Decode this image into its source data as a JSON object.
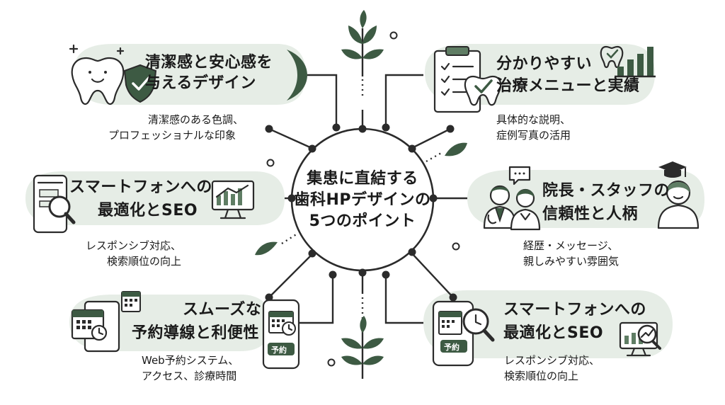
{
  "center": {
    "line1": "集患に直結する",
    "line2": "歯科HPデザインの",
    "line3": "5つのポイント"
  },
  "points": [
    {
      "title1": "清潔感と安心感を",
      "title2": "与えるデザイン",
      "desc1": "清潔感のある色調、",
      "desc2": "プロフェッショナルな印象"
    },
    {
      "title1": "分かりやすい",
      "title2": "治療メニューと実績",
      "desc1": "具体的な説明、",
      "desc2": "症例写真の活用"
    },
    {
      "title1": "スマートフォンへの",
      "title2": "最適化とSEO",
      "desc1": "レスポンシブ対応、",
      "desc2": "検索順位の向上"
    },
    {
      "title1": "院長・スタッフの",
      "title2": "信頼性と人柄",
      "desc1": "経歴・メッセージ、",
      "desc2": "親しみやすい雰囲気"
    },
    {
      "title1": "スムーズな",
      "title2": "予約導線と利便性",
      "desc1": "Web予約システム、",
      "desc2": "アクセス、診療時間"
    },
    {
      "title1": "スマートフォンへの",
      "title2": "最適化とSEO",
      "desc1": "レスポンシブ対応、",
      "desc2": "検索順位の向上"
    }
  ],
  "labels": {
    "phone_booking": "予約",
    "card_booking": "予約"
  },
  "icons": [
    "tooth-icon",
    "shield-check-icon",
    "clipboard-icon",
    "bar-chart-icon",
    "smartphone-icon",
    "magnifier-icon",
    "monitor-chart-icon",
    "doctor-icon",
    "nurse-icon",
    "graduation-cap-icon",
    "speech-bubble-icon",
    "calendar-icon",
    "clock-icon",
    "leaf-sprout-icon"
  ],
  "colors": {
    "accent_dark": "#3d5a43",
    "accent_mid": "#5f7d64",
    "accent_light": "#e6ede6",
    "line": "#2b2b2b"
  }
}
